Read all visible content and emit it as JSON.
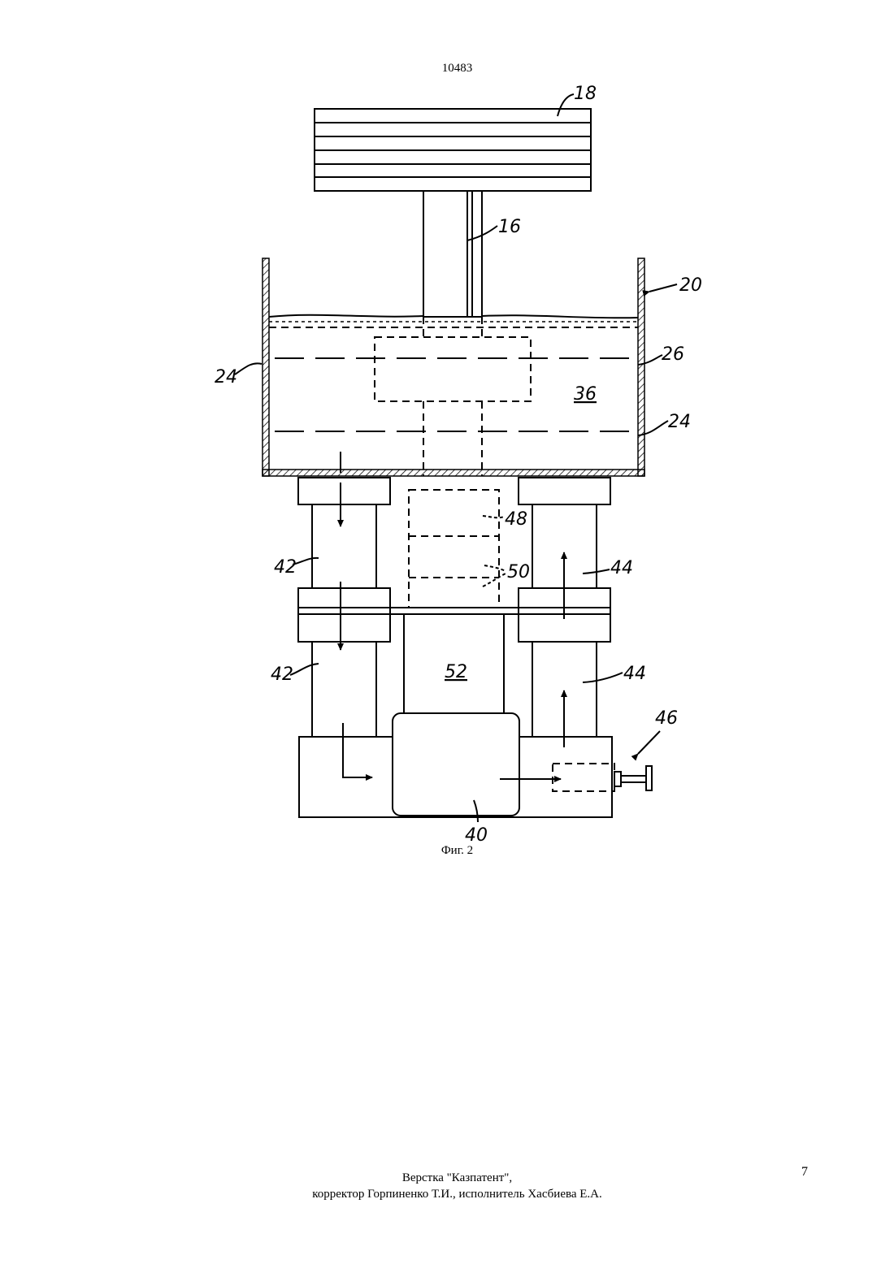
{
  "header": {
    "page_number": "10483"
  },
  "figure": {
    "caption": "Фиг. 2",
    "labels": {
      "l18": "18",
      "l16": "16",
      "l20": "20",
      "l24a": "24",
      "l26": "26",
      "l36": "36",
      "l24b": "24",
      "l48": "48",
      "l42a": "42",
      "l50": "50",
      "l44a": "44",
      "l52": "52",
      "l42b": "42",
      "l44b": "44",
      "l46": "46",
      "l40": "40"
    }
  },
  "footer": {
    "line1": "Верстка \"Казпатент\",",
    "line2": "корректор Горпиненко Т.И., исполнитель Хасбиева Е.А.",
    "page_number": "7"
  }
}
